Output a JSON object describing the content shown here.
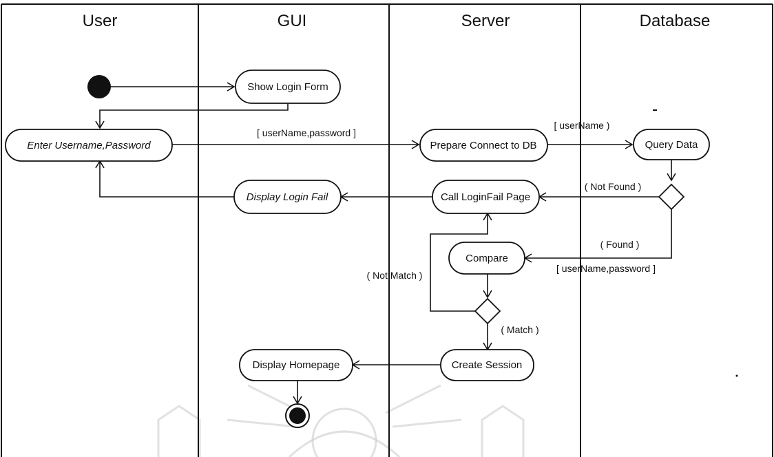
{
  "lanes": [
    "User",
    "GUI",
    "Server",
    "Database"
  ],
  "nodes": {
    "show_login_form": "Show Login Form",
    "enter_credentials": "Enter Username,Password",
    "prepare_connect": "Prepare Connect to DB",
    "query_data": "Query Data",
    "display_login_fail": "Display Login Fail",
    "call_loginfail": "Call LoginFail Page",
    "compare": "Compare",
    "display_homepage": "Display Homepage",
    "create_session": "Create Session"
  },
  "guards": {
    "username_password_1": "[ userName,password ]",
    "username": "[ userName )",
    "not_found": "( Not Found )",
    "found": "( Found )",
    "username_password_2": "[ userName,password ]",
    "not_match": "( Not Match )",
    "match": "( Match )"
  }
}
